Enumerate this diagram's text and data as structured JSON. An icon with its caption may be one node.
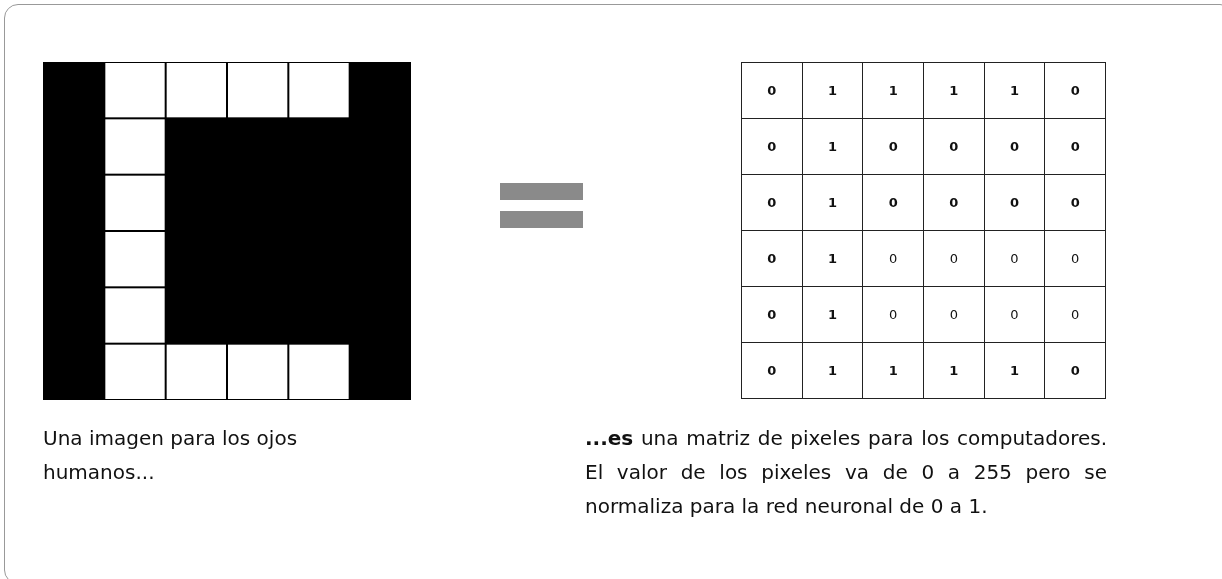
{
  "diagram": {
    "labels": [
      "0",
      "1",
      "1",
      "1",
      "1",
      "0",
      "0",
      "1",
      "0",
      "0",
      "0",
      "0",
      "0",
      "1",
      "0",
      "0",
      "0",
      "0",
      "0",
      "1",
      "0",
      "0",
      "0",
      "0",
      "0",
      "1",
      "0",
      "0",
      "0",
      "0",
      "0",
      "1",
      "1",
      "1",
      "1",
      "0",
      "Una imagen para los ojos humanos...",
      "**...es** una matriz de pixeles para los computadores. El valor de los pixeles va de 0 a 255 pero se normaliza para la red neuronal de 0 a 1."
    ]
  }
}
